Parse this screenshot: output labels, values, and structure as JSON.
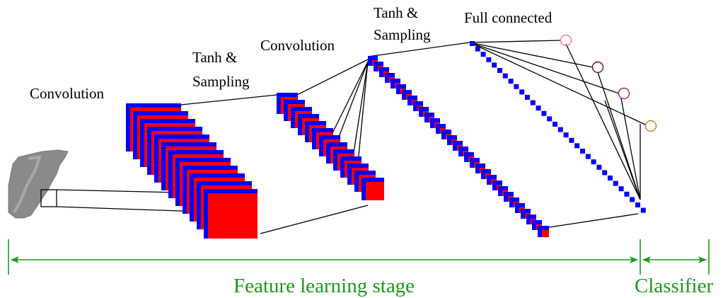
{
  "labels": {
    "conv1": "Convolution",
    "tanh1_line1": "Tanh &",
    "tanh1_line2": "Sampling",
    "conv2": "Convolution",
    "tanh2_line1": "Tanh &",
    "tanh2_line2": "Sampling",
    "full": "Full connected",
    "stage": "Feature learning stage",
    "classifier": "Classifier"
  },
  "colors": {
    "map_primary": "#ff0000",
    "map_secondary": "#0000ff",
    "annotation": "#1a9a1a",
    "outputs": [
      "#f08080",
      "#6b1020",
      "#a0208a",
      "#cc7a20"
    ]
  }
}
